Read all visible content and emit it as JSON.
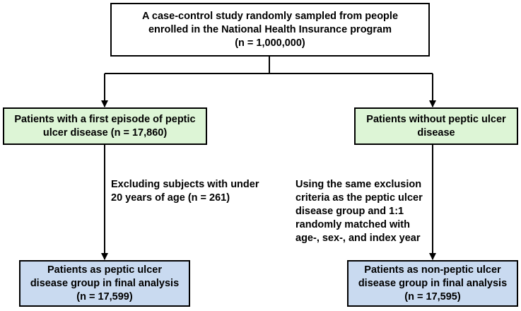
{
  "top_box": {
    "text": "A case-control study randomly sampled from people\nenrolled in the National Health Insurance program\n(n = 1,000,000)"
  },
  "left_branch": {
    "group_box": "Patients with a first episode of peptic\nulcer disease (n = 17,860)",
    "exclusion_note": "Excluding subjects with under\n20 years of age (n = 261)",
    "final_box": "Patients as peptic ulcer\ndisease group in final analysis\n(n = 17,599)"
  },
  "right_branch": {
    "group_box": "Patients without peptic ulcer\ndisease",
    "exclusion_note": "Using the same exclusion\ncriteria as the peptic ulcer\ndisease group and 1:1\nrandomly matched with\nage-, sex-, and index year",
    "final_box": "Patients as non-peptic ulcer\ndisease group in final analysis\n(n = 17,595)"
  },
  "colors": {
    "top_fill": "#ffffff",
    "group_fill": "#ddf5d6",
    "final_fill": "#c9daf0",
    "line": "#000000"
  }
}
